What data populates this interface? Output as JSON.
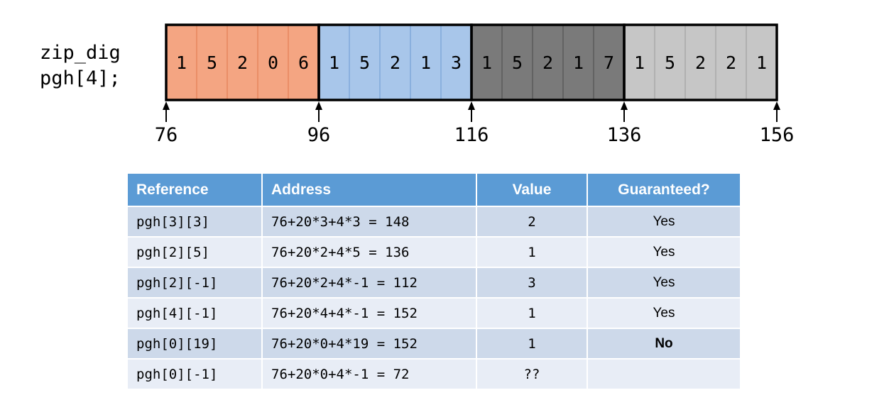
{
  "declaration": {
    "line1": "zip_dig",
    "line2": "pgh[4];"
  },
  "memory": {
    "groups": [
      {
        "digits": [
          "1",
          "5",
          "2",
          "0",
          "6"
        ],
        "fill": "#f4a582",
        "divider": "#e0784c"
      },
      {
        "digits": [
          "1",
          "5",
          "2",
          "1",
          "3"
        ],
        "fill": "#a8c6ea",
        "divider": "#6d9bd3"
      },
      {
        "digits": [
          "1",
          "5",
          "2",
          "1",
          "7"
        ],
        "fill": "#7a7a7a",
        "divider": "#4a4a4a"
      },
      {
        "digits": [
          "1",
          "5",
          "2",
          "2",
          "1"
        ],
        "fill": "#c6c6c6",
        "divider": "#9a9a9a"
      }
    ],
    "addresses": [
      "76",
      "96",
      "116",
      "136",
      "156"
    ]
  },
  "table": {
    "headers": {
      "reference": "Reference",
      "address": "Address",
      "value": "Value",
      "guaranteed": "Guaranteed?"
    },
    "rows": [
      {
        "reference": "pgh[3][3]",
        "address": "76+20*3+4*3 = 148",
        "value": "2",
        "guaranteed": "Yes"
      },
      {
        "reference": "pgh[2][5]",
        "address": "76+20*2+4*5 = 136",
        "value": "1",
        "guaranteed": "Yes"
      },
      {
        "reference": "pgh[2][-1]",
        "address": "76+20*2+4*-1 = 112",
        "value": "3",
        "guaranteed": "Yes"
      },
      {
        "reference": "pgh[4][-1]",
        "address": "76+20*4+4*-1 = 152",
        "value": "1",
        "guaranteed": "Yes"
      },
      {
        "reference": "pgh[0][19]",
        "address": "76+20*0+4*19 = 152",
        "value": "1",
        "guaranteed": "No"
      },
      {
        "reference": "pgh[0][-1]",
        "address": "76+20*0+4*-1 = 72",
        "value": "??",
        "guaranteed": ""
      }
    ]
  },
  "colors": {
    "header_bg": "#5b9bd5",
    "row_odd": "#cdd9ea",
    "row_even": "#e8edf6",
    "no_text": "#e00000"
  }
}
